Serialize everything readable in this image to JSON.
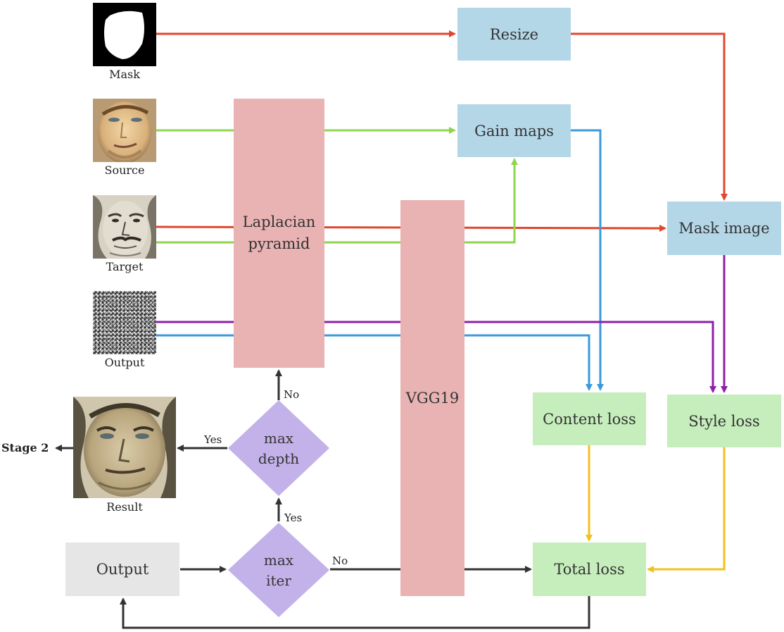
{
  "inputs": {
    "mask_caption": "Mask",
    "source_caption": "Source",
    "target_caption": "Target",
    "output_caption": "Output",
    "result_caption": "Result"
  },
  "blocks": {
    "resize": "Resize",
    "gain_maps": "Gain maps",
    "mask_image": "Mask image",
    "laplacian_line1": "Laplacian",
    "laplacian_line2": "pyramid",
    "vgg19": "VGG19",
    "content_loss": "Content loss",
    "style_loss": "Style loss",
    "total_loss": "Total loss",
    "output_box": "Output"
  },
  "decisions": {
    "max_depth_line1": "max",
    "max_depth_line2": "depth",
    "max_iter_line1": "max",
    "max_iter_line2": "iter"
  },
  "edge_labels": {
    "no_to_pyramid": "No",
    "yes_to_result": "Yes",
    "yes_to_depth": "Yes",
    "no_to_total": "No"
  },
  "stage2": "Stage 2",
  "colors": {
    "red": "#e0472d",
    "green": "#8fd44e",
    "blue": "#3a9ad9",
    "purple": "#8e1fa8",
    "yellow": "#f2c11f",
    "dark": "#333333",
    "diamond": "#c3b2e9"
  }
}
